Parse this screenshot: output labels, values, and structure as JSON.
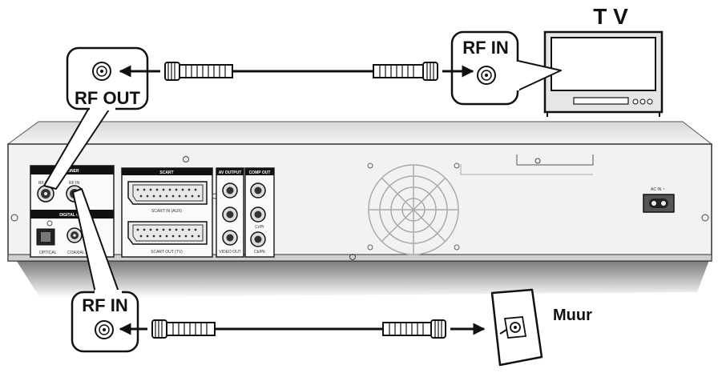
{
  "labels": {
    "tv": "T V",
    "rf_in_tv": "RF IN",
    "rf_out": "RF OUT",
    "rf_in_recorder": "RF IN",
    "wall": "Muur"
  },
  "panel": {
    "tuner": "TUNER",
    "rf_out": "RF OUT",
    "rf_in": "RF IN",
    "digital_out": "DIGITAL OUT",
    "optical": "OPTICAL",
    "coaxial": "COAXIAL",
    "scart": "SCART",
    "scart_in": "SCART IN (AUX)",
    "scart_out": "SCART OUT (TV)",
    "av_output": "AV OUTPUT",
    "video_out": "VIDEO OUT",
    "comp_out": "COMP OUT",
    "cr_pr": "Cr/Pr",
    "cb_pb": "Cb/Pb",
    "ac_in": "AC IN ~"
  },
  "colors": {
    "line": "#111111",
    "panel_face": "#f2f2f2",
    "shadow": "#888888"
  }
}
